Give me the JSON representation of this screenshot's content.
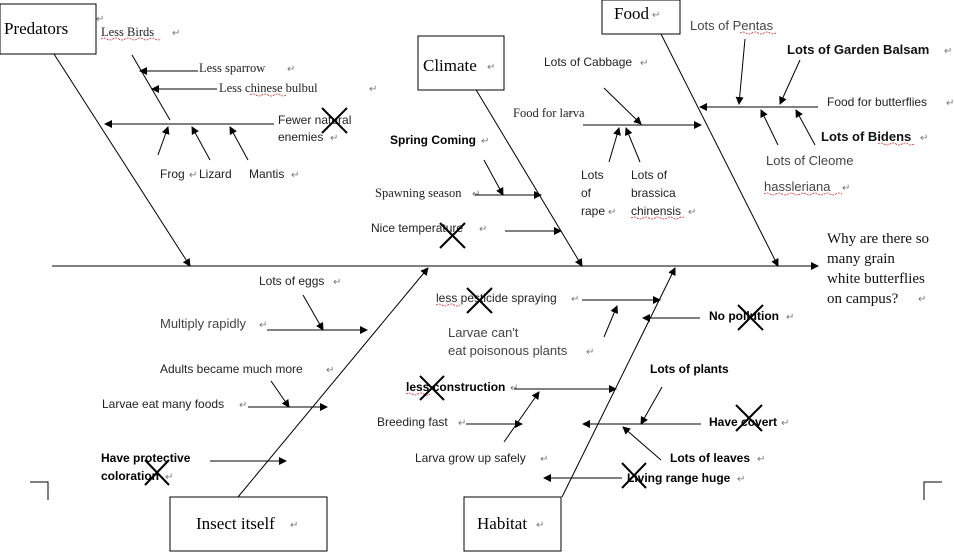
{
  "categories": {
    "predators": "Predators",
    "climate": "Climate",
    "food": "Food",
    "insect": "Insect itself",
    "habitat": "Habitat"
  },
  "question": {
    "line1": "Why are there so",
    "line2": "many grain",
    "line3": "white butterflies",
    "line4": "on campus?"
  },
  "predators": {
    "less_birds": "Less Birds",
    "less_sparrow": "Less sparrow",
    "less_bulbul": "Less chinese bulbul",
    "fewer_enemies_1": "Fewer natural",
    "fewer_enemies_2": "enemies",
    "frog": "Frog",
    "lizard": "Lizard",
    "mantis": "Mantis"
  },
  "climate": {
    "spring": "Spring Coming",
    "spawning": "Spawning season",
    "temperature": "Nice temperature"
  },
  "food": {
    "cabbage": "Lots of Cabbage",
    "larva_food": "Food for larva",
    "rape_1": "Lots",
    "rape_2": "of",
    "rape_3": "rape",
    "brassica_1": "Lots of",
    "brassica_2": "brassica",
    "brassica_3": "chinensis",
    "pentas": "Lots of Pentas",
    "balsam": "Lots of Garden Balsam",
    "butterfly_food": "Food for butterflies",
    "bidens": "Lots of Bidens",
    "cleome_1": "Lots of Cleome",
    "cleome_2": "hassleriana"
  },
  "insect": {
    "eggs": "Lots of eggs",
    "multiply": "Multiply rapidly",
    "adults": "Adults became much more",
    "larvae_eat": "Larvae eat many foods",
    "coloration_1": "Have protective",
    "coloration_2": "coloration"
  },
  "habitat": {
    "pesticide": "less pesticide spraying",
    "poison_1": "Larvae can't",
    "poison_2": "eat poisonous  plants",
    "construction": "less construction",
    "breeding": "Breeding fast",
    "grow_safe": "Larva grow up safely",
    "pollution": "No pollution",
    "plants": "Lots of plants",
    "covert": "Have covert",
    "leaves": "Lots of leaves",
    "living_range": "Living range huge"
  },
  "marks": {
    "return": "↵"
  }
}
